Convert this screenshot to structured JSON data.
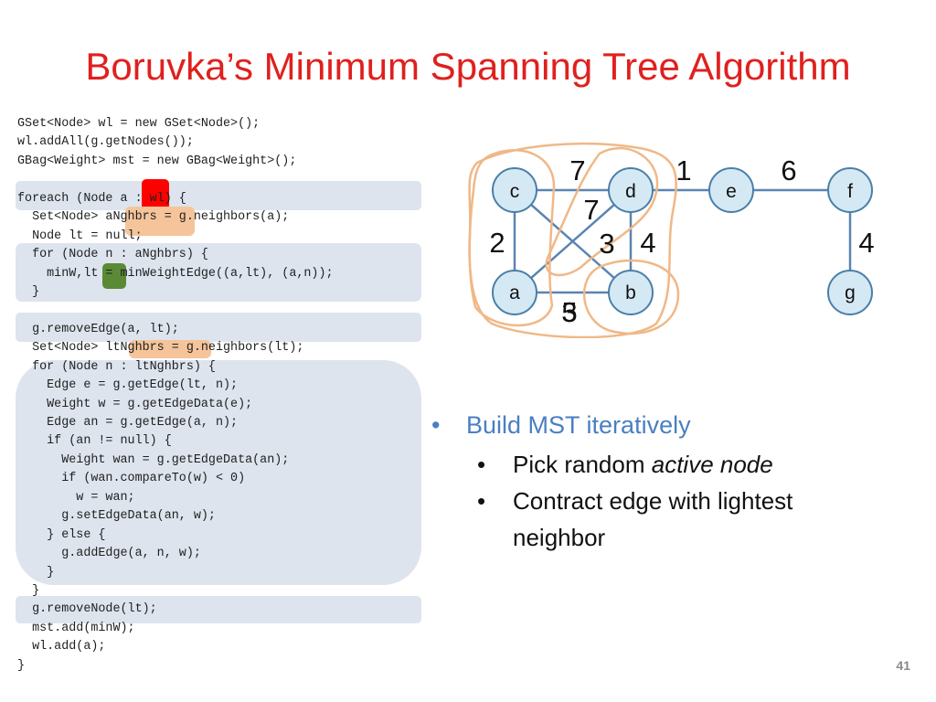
{
  "slide": {
    "title": "Boruvka’s Minimum Spanning Tree Algorithm",
    "page_number": "41"
  },
  "code_lines": [
    "GSet<Node> wl = new GSet<Node>();",
    "wl.addAll(g.getNodes());",
    "GBag<Weight> mst = new GBag<Weight>();",
    "",
    "foreach (Node a : wl) {",
    "  Set<Node> aNghbrs = g.neighbors(a);",
    "  Node lt = null;",
    "  for (Node n : aNghbrs) {",
    "    minW,lt = minWeightEdge((a,lt), (a,n));",
    "  }",
    "",
    "  g.removeEdge(a, lt);",
    "  Set<Node> ltNghbrs = g.neighbors(lt);",
    "  for (Node n : ltNghbrs) {",
    "    Edge e = g.getEdge(lt, n);",
    "    Weight w = g.getEdgeData(e);",
    "    Edge an = g.getEdge(a, n);",
    "    if (an != null) {",
    "      Weight wan = g.getEdgeData(an);",
    "      if (wan.compareTo(w) < 0)",
    "        w = wan;",
    "      g.setEdgeData(an, w);",
    "    } else {",
    "      g.addEdge(a, n, w);",
    "    }",
    "  }",
    "  g.removeNode(lt);",
    "  mst.add(minW);",
    "  wl.add(a);",
    "}"
  ],
  "graph": {
    "nodes": [
      "c",
      "d",
      "e",
      "f",
      "a",
      "b",
      "g"
    ],
    "edge_weights": {
      "c_d": "7",
      "d_e": "1",
      "e_f": "6",
      "cross": "7",
      "c_a": "2",
      "cross_lower": "3",
      "d_b": "4",
      "f_g": "4",
      "a_b": "5",
      "a_b_overlay": "3"
    }
  },
  "bullets": {
    "main": "Build MST iteratively",
    "sub": [
      {
        "text": "Pick random ",
        "emphasis": "active node"
      },
      {
        "text": "Contract edge with lightest neighbor",
        "emphasis": ""
      }
    ]
  },
  "colors": {
    "title": "#e0201d",
    "highlight_band": "#dde4ee",
    "node_fill": "#d5e9f5",
    "node_stroke": "#4a7fa8",
    "edge": "#5b84b1",
    "loop": "#f0b887",
    "orange_marker": "#f5c49a",
    "red_marker": "#ff0000",
    "green_marker": "#5a8a36",
    "bullet_main": "#4a7fc1"
  }
}
